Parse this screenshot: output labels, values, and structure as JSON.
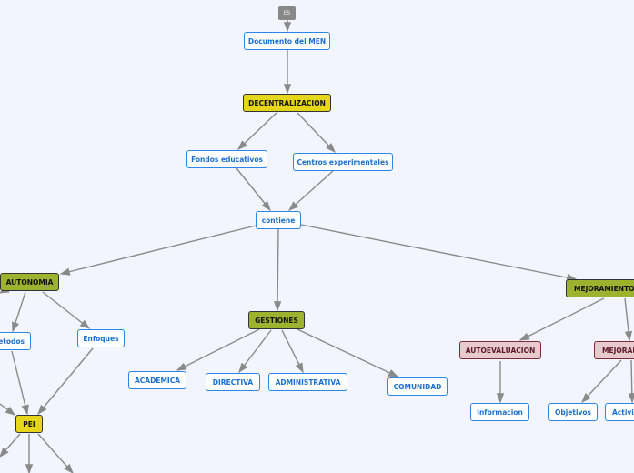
{
  "nodes": {
    "es": "ES",
    "doc": "Documento del MEN",
    "dec": "DECENTRALIZACION",
    "fondos": "Fondos educativos",
    "centros": "Centros experimentales",
    "contiene": "contiene",
    "autonomia": "AUTONOMIA",
    "metodos": "Metodos",
    "enfoques": "Enfoques",
    "pei": "PEI",
    "gestiones": "GESTIONES",
    "academica": "ACADEMICA",
    "directiva": "DIRECTIVA",
    "administrativa": "ADMINISTRATIVA",
    "comunidad": "COMUNIDAD",
    "mejoramiento": "MEJORAMIENTO",
    "autoevaluacion": "AUTOEVALUACION",
    "mejoram2": "MEJORAMIENTO",
    "informacion": "Informacion",
    "objetivos": "Objetivos",
    "actividades": "Actividades"
  }
}
